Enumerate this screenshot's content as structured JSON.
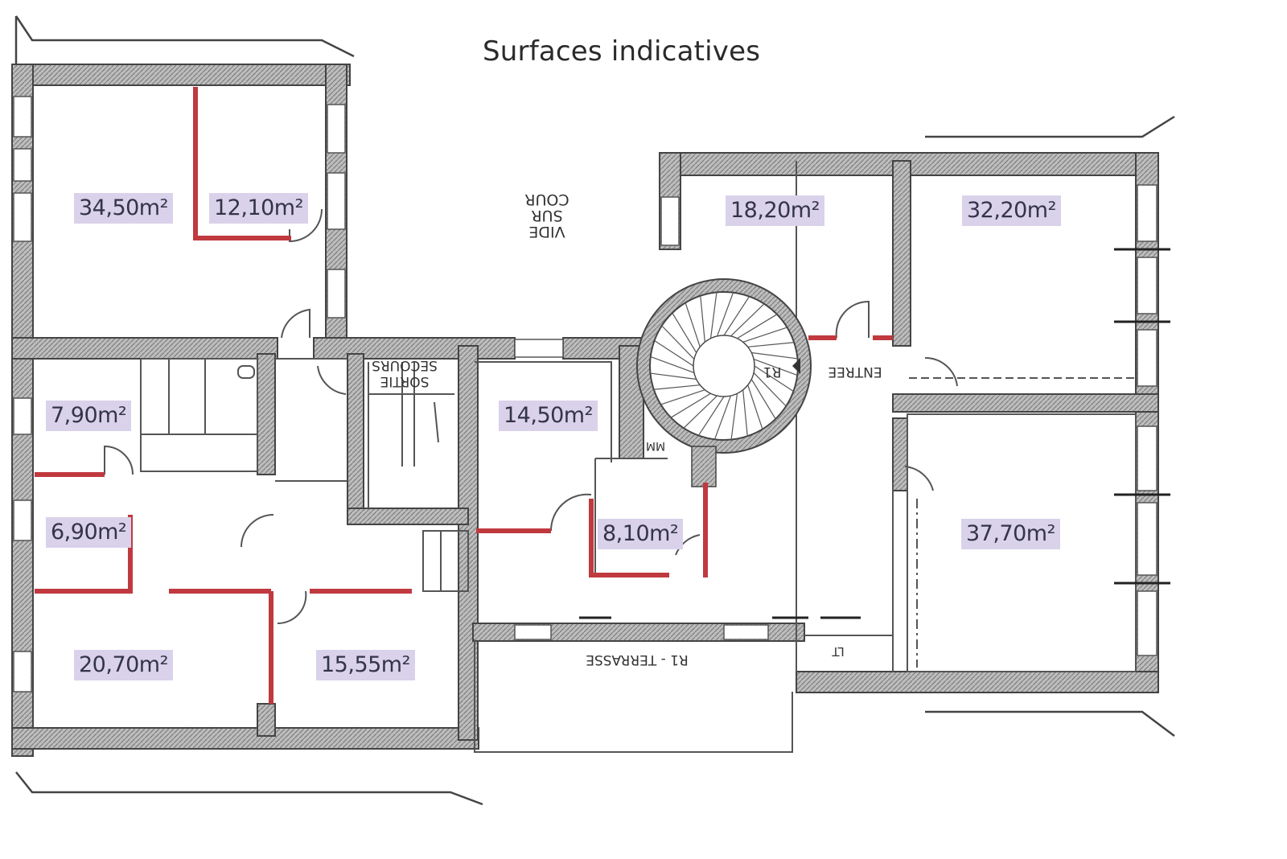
{
  "title": "Surfaces indicatives",
  "rooms": [
    {
      "id": "r1",
      "area": "34,50m²"
    },
    {
      "id": "r2",
      "area": "12,10m²"
    },
    {
      "id": "r3",
      "area": "18,20m²"
    },
    {
      "id": "r4",
      "area": "32,20m²"
    },
    {
      "id": "r5",
      "area": "7,90m²"
    },
    {
      "id": "r6",
      "area": "14,50m²"
    },
    {
      "id": "r7",
      "area": "6,90m²"
    },
    {
      "id": "r8",
      "area": "8,10m²"
    },
    {
      "id": "r9",
      "area": "37,70m²"
    },
    {
      "id": "r10",
      "area": "20,70m²"
    },
    {
      "id": "r11",
      "area": "15,55m²"
    }
  ],
  "labels": {
    "vide_sur_cour": [
      "VIDE",
      "SUR",
      "COUR"
    ],
    "sortie_secours": [
      "SORTIE",
      "SECOURS"
    ],
    "entree": "ENTREE",
    "r1": "R1",
    "terrasse": "R1 - TERRASSE",
    "lt": "LT",
    "mm": "MM"
  },
  "colors": {
    "partition_red": "#c0393f",
    "wall_fill": "#c9c9c9",
    "label_bg": "#d9d2ea"
  }
}
